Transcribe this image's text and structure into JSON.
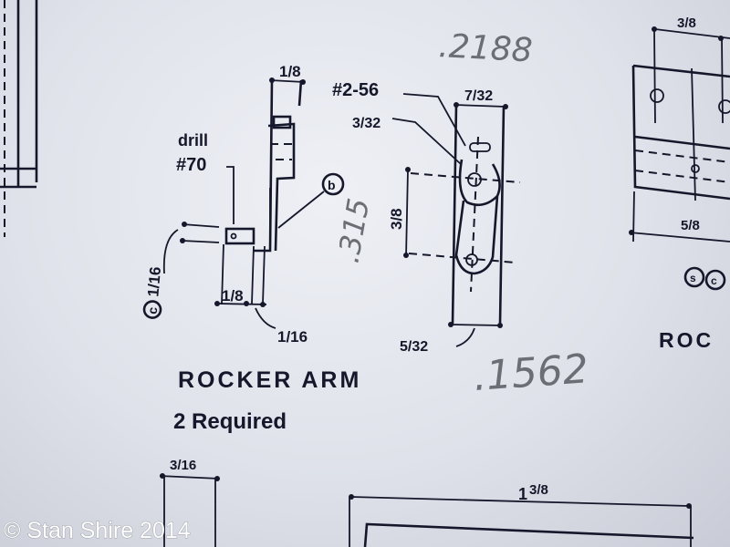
{
  "pencil_notes": {
    "top": ".2188",
    "middle": ".315",
    "bottom": ".1562"
  },
  "side_view": {
    "top_width": "1/8",
    "drill_label": "drill",
    "drill_size": "#70",
    "callout_b": "b",
    "callout_c": "c",
    "boss_height": "1/16",
    "base_width": "1/8",
    "base_offset": "1/16"
  },
  "front_view": {
    "screw": "#2-56",
    "top_width": "7/32",
    "slot": "3/32",
    "hole_spacing": "3/8",
    "bottom_width": "5/32"
  },
  "title": {
    "name": "ROCKER ARM",
    "quantity": "2 Required"
  },
  "right_part": {
    "top_dim": "3/8",
    "bottom_dim": "5/8",
    "callout_s": "s",
    "callout_c": "c",
    "title_partial": "ROC"
  },
  "bottom_parts": {
    "left_dim": "3/16",
    "right_dim_whole": "1",
    "right_dim_frac": "3/8"
  },
  "copyright": "© Stan Shire 2014"
}
